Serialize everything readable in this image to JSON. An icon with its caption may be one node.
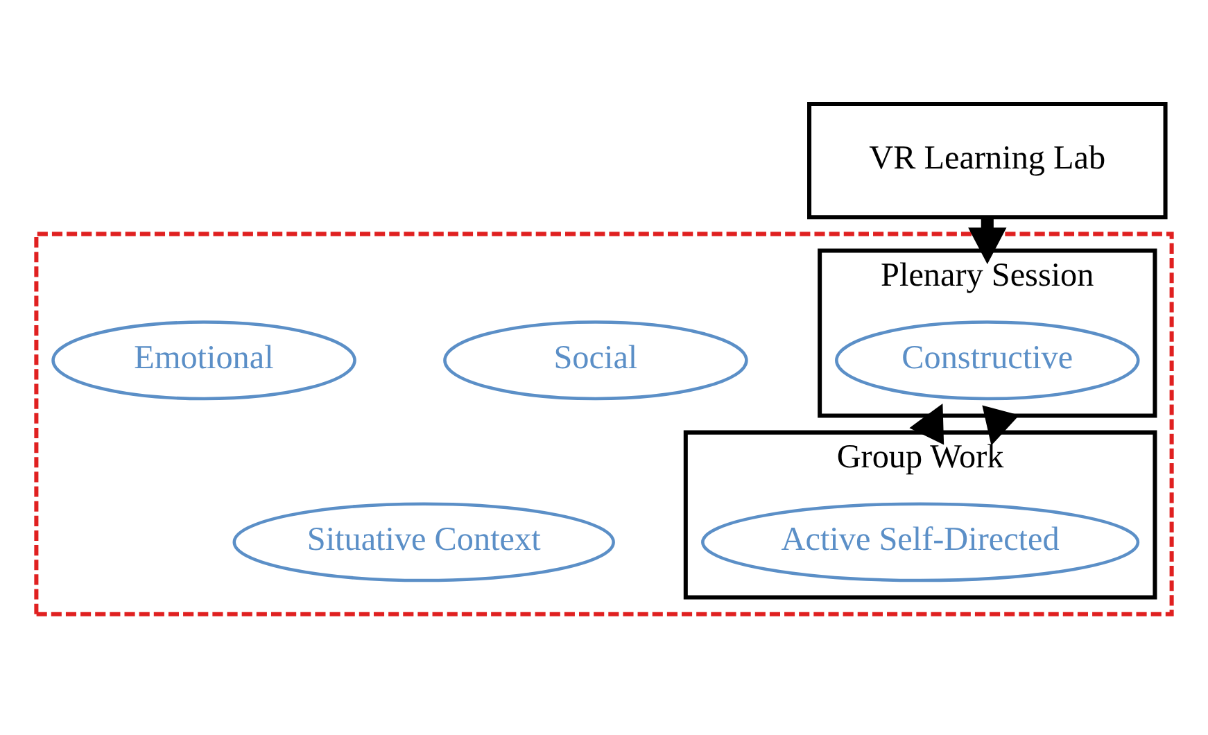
{
  "diagram": {
    "nodes": [
      {
        "text": [
          "VR Learning Lab"
        ]
      },
      {
        "text": [],
        "shape": "box"
      },
      {
        "text": [
          "Social"
        ],
        "in": 1
      },
      {
        "text": [
          "Plenary Session"
        ],
        "in": 1
      },
      {
        "text": [
          "Constructive"
        ],
        "in": 3
      },
      {
        "text": [
          "Emotional"
        ],
        "in": 1
      },
      {
        "text": [
          "Situative Context"
        ],
        "in": 1
      },
      {
        "text": [
          "Group Work"
        ],
        "in": 1
      },
      {
        "text": [
          "Active Self-Directed"
        ],
        "in": 7
      }
    ],
    "edges": [
      {
        "from": 0,
        "to": 3,
        "arrow": "to"
      },
      {
        "from": 3,
        "to": 7,
        "arrow": "to"
      },
      {
        "from": 7,
        "to": 3,
        "arrow": "to"
      }
    ]
  }
}
